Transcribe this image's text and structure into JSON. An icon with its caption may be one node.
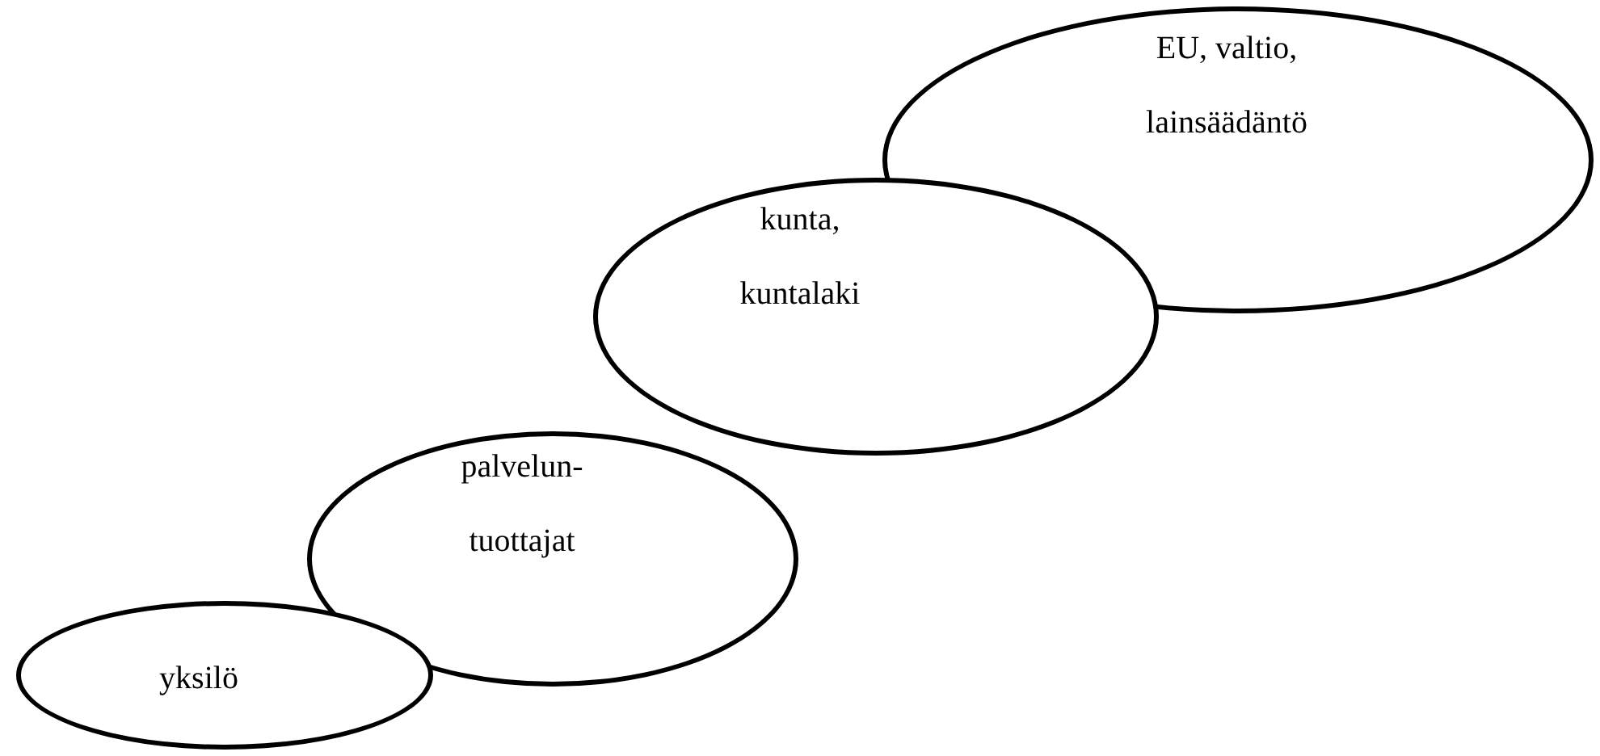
{
  "diagram": {
    "nodes": [
      {
        "text": [
          "yksilö"
        ]
      },
      {
        "text": [
          "palvelun- tuottajat"
        ]
      },
      {
        "text": [
          "kunta, kuntalaki"
        ]
      },
      {
        "text": [
          "EU, valtio, lainsäädäntö"
        ]
      }
    ]
  }
}
